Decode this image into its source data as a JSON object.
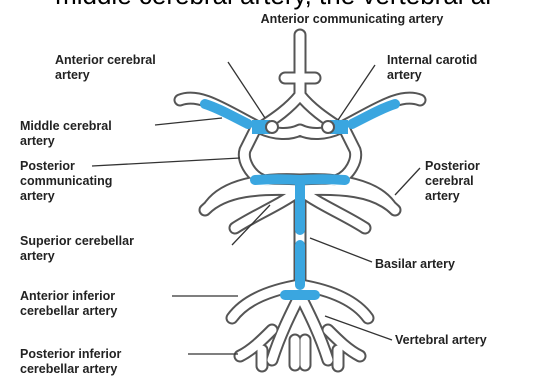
{
  "caption": "middle cerebral artery, the vertebral ar",
  "labels": {
    "anterior_communicating": "Anterior communicating artery",
    "anterior_cerebral": [
      "Anterior cerebral",
      "artery"
    ],
    "internal_carotid": [
      "Internal carotid",
      "artery"
    ],
    "middle_cerebral": [
      "Middle cerebral",
      "artery"
    ],
    "posterior_communicating": [
      "Posterior",
      "communicating",
      "artery"
    ],
    "posterior_cerebral": [
      "Posterior",
      "cerebral",
      "artery"
    ],
    "superior_cerebellar": [
      "Superior cerebellar",
      "artery"
    ],
    "basilar": "Basilar artery",
    "anterior_inferior_cerebellar": [
      "Anterior inferior",
      "cerebellar artery"
    ],
    "vertebral": "Vertebral artery",
    "posterior_inferior_cerebellar": [
      "Posterior inferior",
      "cerebellar artery"
    ]
  },
  "colors": {
    "vessel_fill": "#ffffff",
    "vessel_outline": "#555555",
    "highlight": "#3aa6e0",
    "leader_line": "#333333"
  }
}
